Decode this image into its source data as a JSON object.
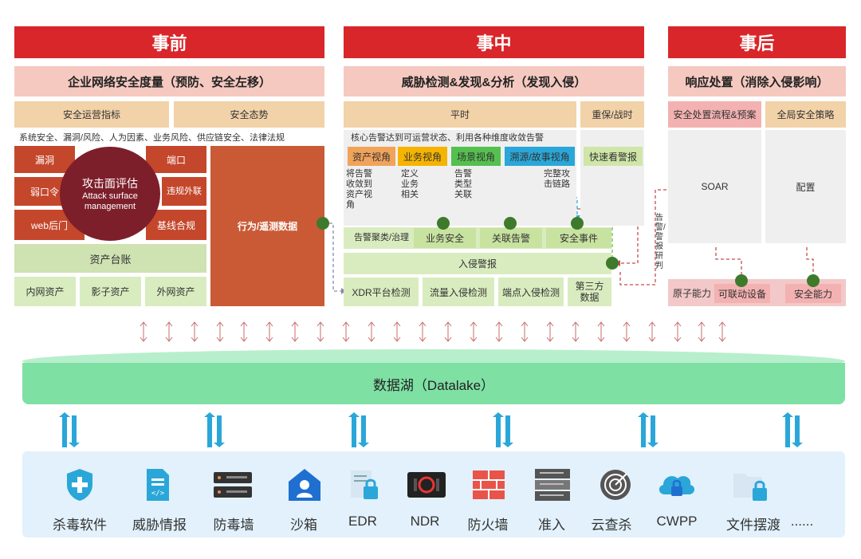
{
  "phases": {
    "before": {
      "title": "事前",
      "subtitle": "企业网络安全度量（预防、安全左移）",
      "metric_a": "安全运营指标",
      "metric_b": "安全态势",
      "scope_line": "系统安全、漏洞/风险、人为因素、业务风险、供应链安全、法律法规",
      "items": {
        "vuln": "漏洞",
        "port": "端口",
        "weak_pwd": "弱口令",
        "illegal_ext": "违规外联",
        "web_backdoor": "web后门",
        "baseline": "基线合规"
      },
      "asm_cn": "攻击面评估",
      "asm_en": "Attack surface management",
      "behavior": "行为/遥测数据",
      "asset_ledger": "资产台账",
      "assets": [
        "内网资产",
        "影子资产",
        "外网资产"
      ]
    },
    "during": {
      "title": "事中",
      "subtitle": "威胁检测&发现&分析（发现入侵）",
      "normal": "平时",
      "wartime": "重保/战时",
      "core_line": "核心告警达到可运营状态、利用各种维度收敛告警",
      "views": [
        "资产视角",
        "业务视角",
        "场景视角",
        "溯源/故事视角"
      ],
      "quick_view": "快速看警报",
      "notes": [
        "将告警收敛到资产视角",
        "定义业务相关",
        "告警类型关联",
        "完整攻击链路"
      ],
      "cluster_label": "告警聚类/治理",
      "cluster_items": [
        "业务安全",
        "关联告警",
        "安全事件"
      ],
      "intrusion_alert": "入侵警报",
      "detections": [
        "XDR平台检测",
        "流量入侵检测",
        "端点入侵检测",
        "第三方数据"
      ],
      "side_label": "告警/警报研判"
    },
    "after": {
      "title": "事后",
      "subtitle": "响应处置（消除入侵影响）",
      "flow": "安全处置流程&预案",
      "global_policy": "全局安全策略",
      "soar": "SOAR",
      "config": "配置",
      "atomic": "原子能力",
      "linkable": "可联动设备",
      "capability": "安全能力"
    }
  },
  "datalake": "数据湖（Datalake）",
  "sources": [
    {
      "label": "杀毒软件",
      "icon": "shield-plus-icon"
    },
    {
      "label": "威胁情报",
      "icon": "document-code-icon"
    },
    {
      "label": "防毒墙",
      "icon": "server-icon"
    },
    {
      "label": "沙箱",
      "icon": "house-user-icon"
    },
    {
      "label": "EDR",
      "icon": "file-lock-icon"
    },
    {
      "label": "NDR",
      "icon": "network-device-icon"
    },
    {
      "label": "防火墙",
      "icon": "brick-wall-icon"
    },
    {
      "label": "准入",
      "icon": "server-rack-icon"
    },
    {
      "label": "云查杀",
      "icon": "radar-icon"
    },
    {
      "label": "CWPP",
      "icon": "cloud-lock-icon"
    },
    {
      "label": "文件摆渡",
      "icon": "folder-lock-icon"
    },
    {
      "label": "......",
      "icon": ""
    }
  ],
  "colors": {
    "header_red": "#d9262a",
    "brick": "#c4472c",
    "dot_green": "#3e7a2b",
    "datalake_green": "#7fe0a4",
    "arrow_blue": "#2aa7d8"
  }
}
